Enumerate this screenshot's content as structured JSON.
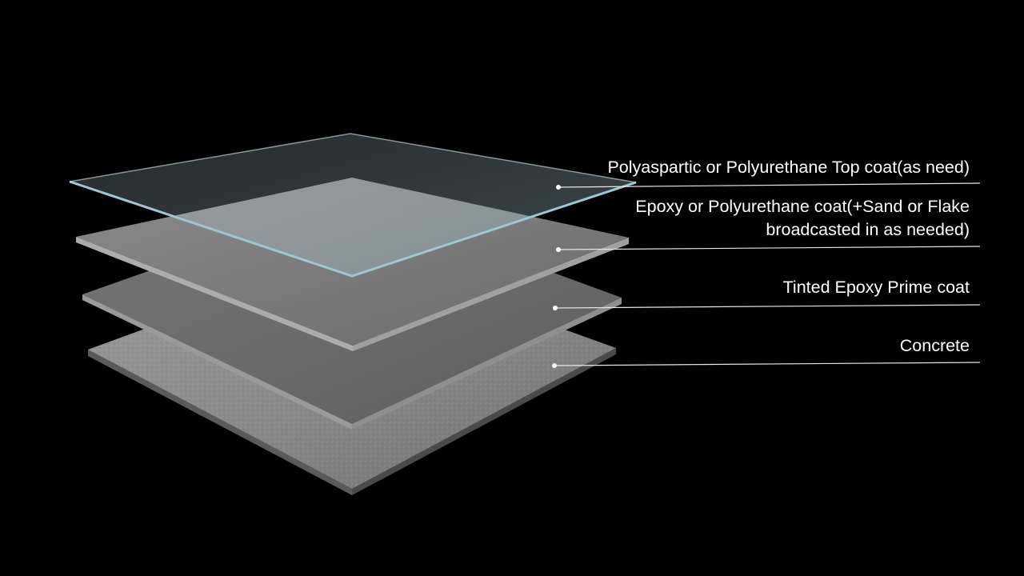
{
  "diagram": {
    "layers": [
      {
        "id": "topcoat",
        "label_lines": [
          "Polyaspartic or Polyurethane Top coat(as need)"
        ]
      },
      {
        "id": "epoxy",
        "label_lines": [
          "Epoxy or Polyurethane coat(+Sand or Flake",
          "broadcasted in as needed)"
        ]
      },
      {
        "id": "prime",
        "label_lines": [
          "Tinted Epoxy Prime coat"
        ]
      },
      {
        "id": "concrete",
        "label_lines": [
          "Concrete"
        ]
      }
    ],
    "colors": {
      "background": "#000000",
      "glass_edge": "#9ec6d4",
      "coat_face": "#7a7a7a",
      "coat_edge": "#a8a8a8",
      "concrete": "#8d8d8d",
      "leader_line": "#e6e6e6"
    }
  }
}
